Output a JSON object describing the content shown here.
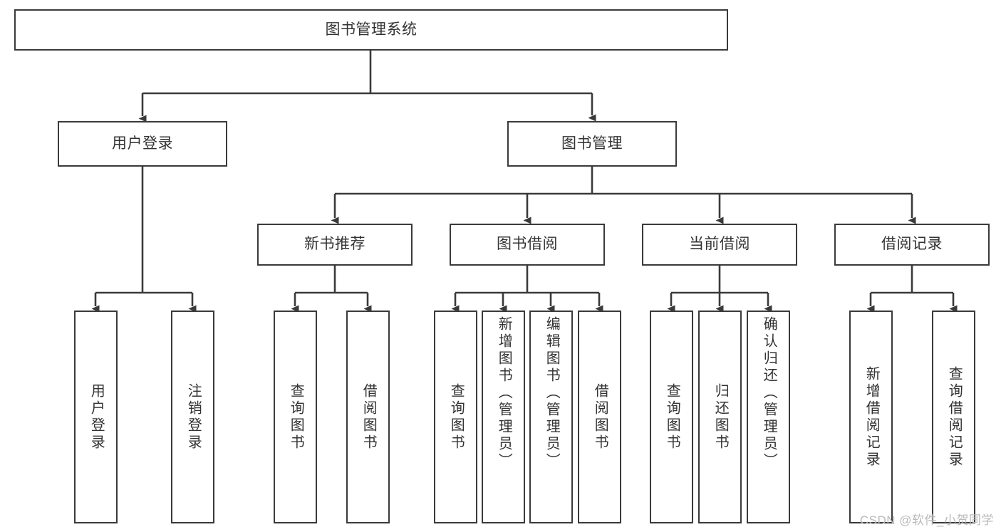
{
  "diagram": {
    "title": "图书管理系统",
    "type": "tree-hierarchy-chart",
    "watermark": "CSDN @软件_小贺同学",
    "colors": {
      "background": "#ffffff",
      "stroke": "#3a3a3a",
      "text": "#333333",
      "watermark": "#b9b9b9"
    },
    "levels": {
      "level1": [
        {
          "id": "root",
          "label": "图书管理系统"
        }
      ],
      "level2": [
        {
          "id": "user-login",
          "label": "用户登录"
        },
        {
          "id": "book-management",
          "label": "图书管理"
        }
      ],
      "level3": [
        {
          "id": "new-book-recommend",
          "label": "新书推荐",
          "parent": "book-management"
        },
        {
          "id": "book-borrow",
          "label": "图书借阅",
          "parent": "book-management"
        },
        {
          "id": "current-borrow",
          "label": "当前借阅",
          "parent": "book-management"
        },
        {
          "id": "borrow-record",
          "label": "借阅记录",
          "parent": "book-management"
        }
      ],
      "level4": [
        {
          "id": "leaf-user-login",
          "label": "用户登录",
          "parent": "user-login"
        },
        {
          "id": "leaf-logout-login",
          "label": "注销登录",
          "parent": "user-login"
        },
        {
          "id": "leaf-query-book-1",
          "label": "查询图书",
          "parent": "new-book-recommend"
        },
        {
          "id": "leaf-borrow-book-1",
          "label": "借阅图书",
          "parent": "new-book-recommend"
        },
        {
          "id": "leaf-query-book-2",
          "label": "查询图书",
          "parent": "book-borrow"
        },
        {
          "id": "leaf-add-book",
          "label": "新增图书（管理员）",
          "parent": "book-borrow"
        },
        {
          "id": "leaf-edit-book",
          "label": "编辑图书（管理员）",
          "parent": "book-borrow"
        },
        {
          "id": "leaf-borrow-book-2",
          "label": "借阅图书",
          "parent": "book-borrow"
        },
        {
          "id": "leaf-query-book-3",
          "label": "查询图书",
          "parent": "current-borrow"
        },
        {
          "id": "leaf-return-book",
          "label": "归还图书",
          "parent": "current-borrow"
        },
        {
          "id": "leaf-confirm-return",
          "label": "确认归还（管理员）",
          "parent": "current-borrow"
        },
        {
          "id": "leaf-add-record",
          "label": "新增借阅记录",
          "parent": "borrow-record"
        },
        {
          "id": "leaf-query-record",
          "label": "查询借阅记录",
          "parent": "borrow-record"
        }
      ]
    }
  }
}
